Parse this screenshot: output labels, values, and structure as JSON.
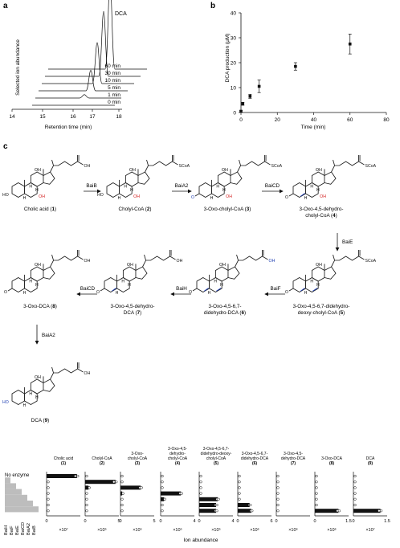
{
  "panels": {
    "a": "a",
    "b": "b",
    "c": "c"
  },
  "panel_a": {
    "ylabel": "Selected ion abundance",
    "xlabel": "Retention time (min)",
    "xticks": [
      "14",
      "15",
      "16",
      "17",
      "18"
    ],
    "peak_label": "DCA",
    "trace_labels": [
      "60 min",
      "30 min",
      "10 min",
      "5 min",
      "1 min",
      "0 min"
    ]
  },
  "chart_data": [
    {
      "type": "line",
      "title": "",
      "xlabel": "Retention time (min)",
      "ylabel": "Selected ion abundance",
      "xlim": [
        14,
        18
      ],
      "series": [
        {
          "name": "0 min",
          "peak_height": 0.0
        },
        {
          "name": "1 min",
          "peak_height": 0.05
        },
        {
          "name": "5 min",
          "peak_height": 0.3
        },
        {
          "name": "10 min",
          "peak_height": 0.6
        },
        {
          "name": "30 min",
          "peak_height": 0.95
        },
        {
          "name": "60 min",
          "peak_height": 1.3
        }
      ]
    },
    {
      "type": "scatter",
      "title": "",
      "xlabel": "Time (min)",
      "ylabel": "DCA production (μM)",
      "xlim": [
        0,
        80
      ],
      "ylim": [
        0,
        40
      ],
      "xticks": [
        "0",
        "20",
        "40",
        "60",
        "80"
      ],
      "yticks": [
        "0",
        "10",
        "20",
        "30",
        "40"
      ],
      "x": [
        0,
        1,
        5,
        10,
        30,
        60
      ],
      "y": [
        0.5,
        3.5,
        6.5,
        10.5,
        18.5,
        27.5
      ],
      "err": [
        0.3,
        0.6,
        0.8,
        2.5,
        1.5,
        4.0
      ]
    }
  ],
  "panel_c": {
    "row1": [
      {
        "label": "Cholic acid (",
        "num": "1",
        "close": ")",
        "tail": "OH"
      },
      {
        "label": "Cholyl-CoA (",
        "num": "2",
        "close": ")",
        "tail": "SCoA"
      },
      {
        "label": "3-Oxo-cholyl-CoA (",
        "num": "3",
        "close": ")",
        "tail": "SCoA"
      },
      {
        "label": "3-Oxo-4,5-dehydro-",
        "label2": "cholyl-CoA (",
        "num": "4",
        "close": ")",
        "tail": "SCoA"
      }
    ],
    "row2": [
      {
        "label": "3-Oxo-DCA (",
        "num": "8",
        "close": ")",
        "tail": "OH"
      },
      {
        "label": "3-Oxo-4,5-dehydro-",
        "label2": "DCA (",
        "num": "7",
        "close": ")",
        "tail": "OH"
      },
      {
        "label": "3-Oxo-4,5-6,7-",
        "label2": "didehydro-DCA (",
        "num": "6",
        "close": ")",
        "tail": "OH"
      },
      {
        "label": "3-Oxo-4,5-6,7-didehydro-",
        "label2": "deoxy-cholyl-CoA (",
        "num": "5",
        "close": ")",
        "tail": "SCoA"
      }
    ],
    "row3": [
      {
        "label": "DCA (",
        "num": "9",
        "close": ")",
        "tail": "OH"
      }
    ],
    "enzymes": [
      "BaiB",
      "BaiA2",
      "BaiCD",
      "BaiE",
      "BaiF",
      "BaiH",
      "BaiCD",
      "BaiA2"
    ],
    "atoms": {
      "OH": "OH",
      "H": "H",
      "HO": "HO",
      "O": "O"
    }
  },
  "bottom": {
    "row_labels": [
      "No enzyme"
    ],
    "enzyme_axis": [
      "BaiH",
      "BaiF",
      "BaiE",
      "BaiCD",
      "BaiA2",
      "BaiB"
    ],
    "xlabel": "Ion abundance",
    "columns": [
      {
        "name1": "Cholic acid",
        "name2": "",
        "name3": "",
        "num": "(1)",
        "mult": "×10⁷",
        "tick_left": "0",
        "tick_right": ""
      },
      {
        "name1": "Cholyl-CoA",
        "name2": "",
        "name3": "",
        "num": "(2)",
        "mult": "×10⁵",
        "tick_left": "0",
        "tick_right": "5"
      },
      {
        "name1": "3-Oxo-",
        "name2": "cholyl-CoA",
        "name3": "",
        "num": "(3)",
        "mult": "×10⁵",
        "tick_left": "0",
        "tick_right": "5"
      },
      {
        "name1": "3-Oxo-4,5-",
        "name2": "dehydro-",
        "name3": "cholyl-CoA",
        "num": "(4)",
        "mult": "×10⁵",
        "tick_left": "0",
        "tick_right": "4"
      },
      {
        "name1": "3-Oxo-4,5-6,7-",
        "name2": "didehydro-deoxy-",
        "name3": "cholyl-CoA",
        "num": "(5)",
        "mult": "×10⁵",
        "tick_left": "0",
        "tick_right": "4"
      },
      {
        "name1": "3-Oxo-4,5-6,7-",
        "name2": "didehydro-DCA",
        "name3": "",
        "num": "(6)",
        "mult": "×10⁶",
        "tick_left": "0",
        "tick_right": "6"
      },
      {
        "name1": "3-Oxo-4,5-",
        "name2": "dehydro-DCA",
        "name3": "",
        "num": "(7)",
        "mult": "×10⁶",
        "tick_left": "0",
        "tick_right": ""
      },
      {
        "name1": "3-Oxo-DCA",
        "name2": "",
        "name3": "",
        "num": "(8)",
        "mult": "×10⁶",
        "tick_left": "0",
        "tick_right": "1.5"
      },
      {
        "name1": "DCA",
        "name2": "",
        "name3": "",
        "num": "(9)",
        "mult": "×10⁷",
        "tick_left": "0",
        "tick_right": "1.5"
      }
    ],
    "bar_fractions": [
      [
        0.9,
        0,
        0,
        0,
        0,
        0,
        0
      ],
      [
        0,
        0.9,
        0.1,
        0,
        0,
        0,
        0
      ],
      [
        0,
        0,
        0.6,
        0.05,
        0,
        0,
        0
      ],
      [
        0,
        0,
        0,
        0.6,
        0.1,
        0,
        0
      ],
      [
        0,
        0,
        0,
        0,
        0.55,
        0.5,
        0.5
      ],
      [
        0,
        0,
        0,
        0,
        0,
        0.35,
        0.4
      ],
      [
        0,
        0,
        0,
        0,
        0,
        0,
        0
      ],
      [
        0,
        0,
        0,
        0,
        0,
        0,
        0.7
      ],
      [
        0,
        0,
        0,
        0,
        0,
        0,
        0.8
      ]
    ]
  }
}
